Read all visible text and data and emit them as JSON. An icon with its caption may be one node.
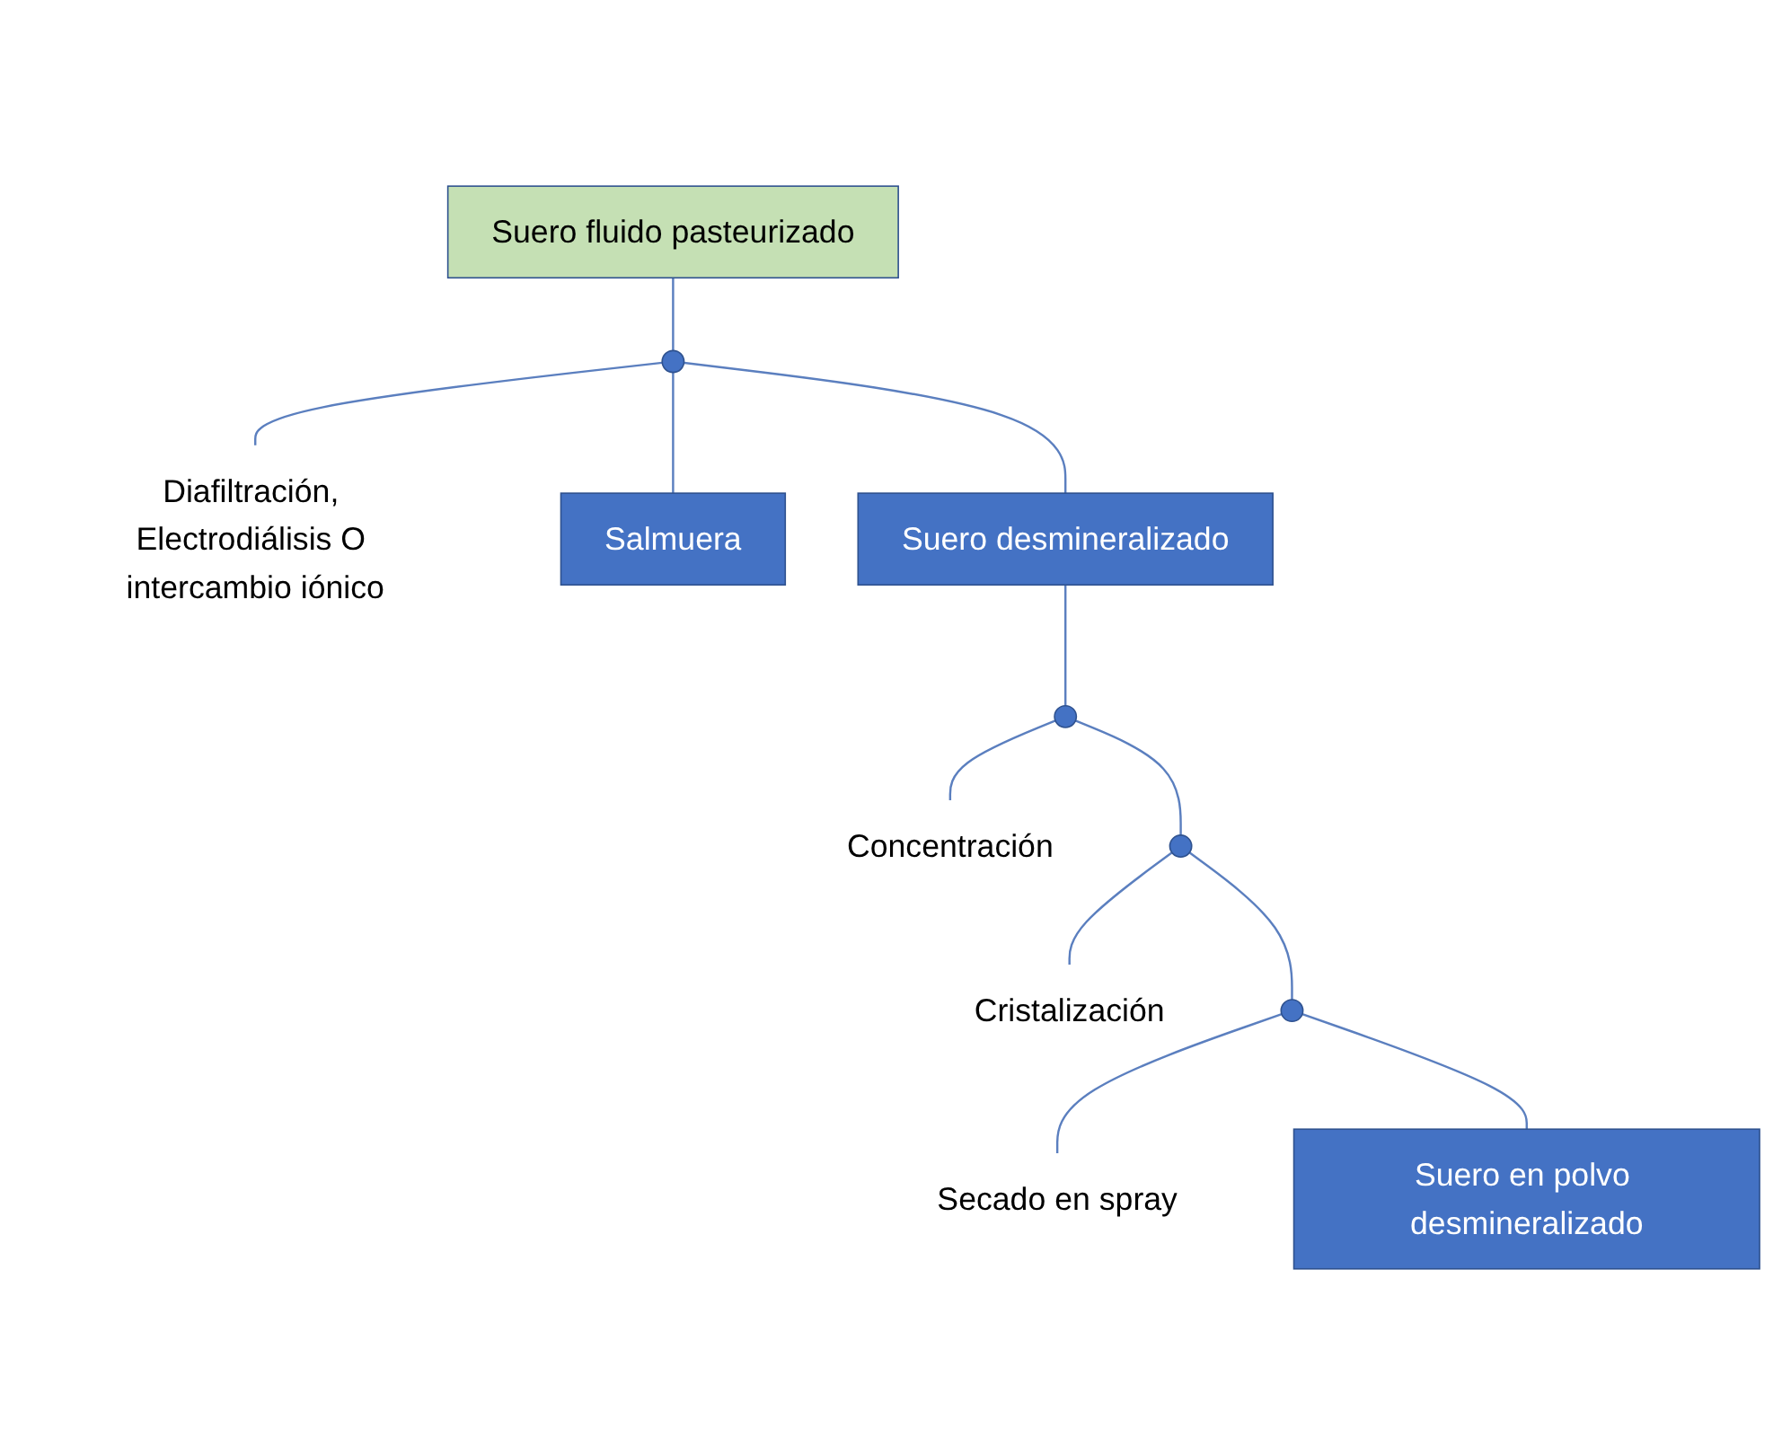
{
  "diagram": {
    "nodes": [
      {
        "text": [
          "Suero fluido pasteurizado"
        ]
      },
      {
        "text": [],
        "shape": "circle"
      },
      {
        "text": [
          "Diafiltración, Electrodiálisis O intercambio iónico"
        ]
      },
      {
        "text": [
          "Salmuera"
        ]
      },
      {
        "text": [
          "Suero desmineralizado"
        ]
      },
      {
        "text": [],
        "shape": "circle"
      },
      {
        "text": [
          "Concentración"
        ]
      },
      {
        "text": [],
        "shape": "circle"
      },
      {
        "text": [
          "Cristalización"
        ]
      },
      {
        "text": [],
        "shape": "circle"
      },
      {
        "text": [
          "Secado en spray"
        ]
      },
      {
        "text": [
          "Suero en polvo desmineralizado"
        ]
      }
    ],
    "edges": [
      {
        "from": 0,
        "to": 1,
        "arrow": "none"
      },
      {
        "from": 1,
        "to": 2,
        "arrow": "none"
      },
      {
        "from": 1,
        "to": 3,
        "arrow": "none"
      },
      {
        "from": 1,
        "to": 4,
        "arrow": "none"
      },
      {
        "from": 4,
        "to": 5,
        "arrow": "none"
      },
      {
        "from": 5,
        "to": 6,
        "arrow": "none"
      },
      {
        "from": 5,
        "to": 7,
        "arrow": "none"
      },
      {
        "from": 7,
        "to": 8,
        "arrow": "none"
      },
      {
        "from": 7,
        "to": 9,
        "arrow": "none"
      },
      {
        "from": 9,
        "to": 10,
        "arrow": "none"
      },
      {
        "from": 9,
        "to": 11,
        "arrow": "none"
      }
    ]
  }
}
